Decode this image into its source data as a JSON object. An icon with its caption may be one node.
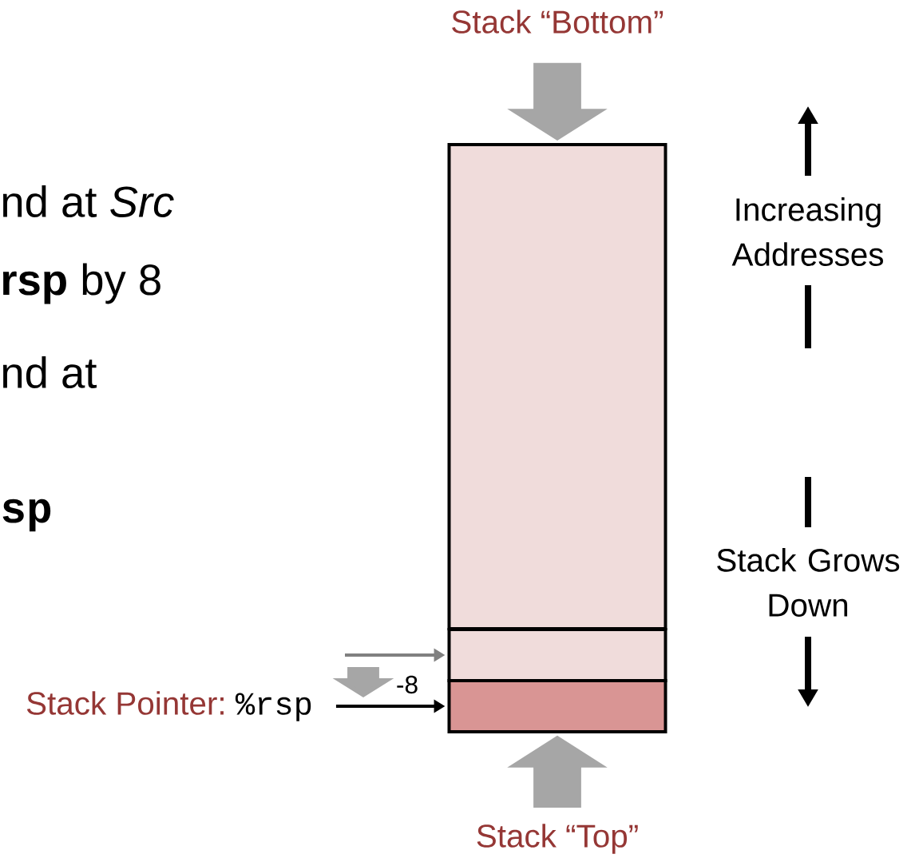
{
  "diagram": {
    "nodes": [
      {
        "text": [],
        "shape": "box"
      },
      {
        "text": [],
        "shape": "box"
      },
      {
        "text": [],
        "shape": "box"
      },
      {
        "text": [
          "Stack “Bottom”"
        ]
      },
      {
        "text": [
          "Stack “Top”"
        ]
      },
      {
        "text": [
          "Stack Pointer:",
          "%rsp"
        ]
      }
    ],
    "edges": [
      {
        "from": 3,
        "to": 0,
        "arrow": "to",
        "style": "thick",
        "color": "#a6a6a6"
      },
      {
        "from": 4,
        "to": 2,
        "arrow": "to",
        "style": "thick",
        "color": "#a6a6a6"
      },
      {
        "from": null,
        "to": 1,
        "arrow": "to",
        "color": "#808080"
      },
      {
        "from": 5,
        "to": 2,
        "arrow": "to",
        "color": "#000000"
      }
    ],
    "labels": [
      "nd at *Src*",
      "**rsp** by 8",
      "nd at",
      "sp",
      "-8",
      "Increasing Addresses",
      "Stack Grows Down"
    ]
  }
}
